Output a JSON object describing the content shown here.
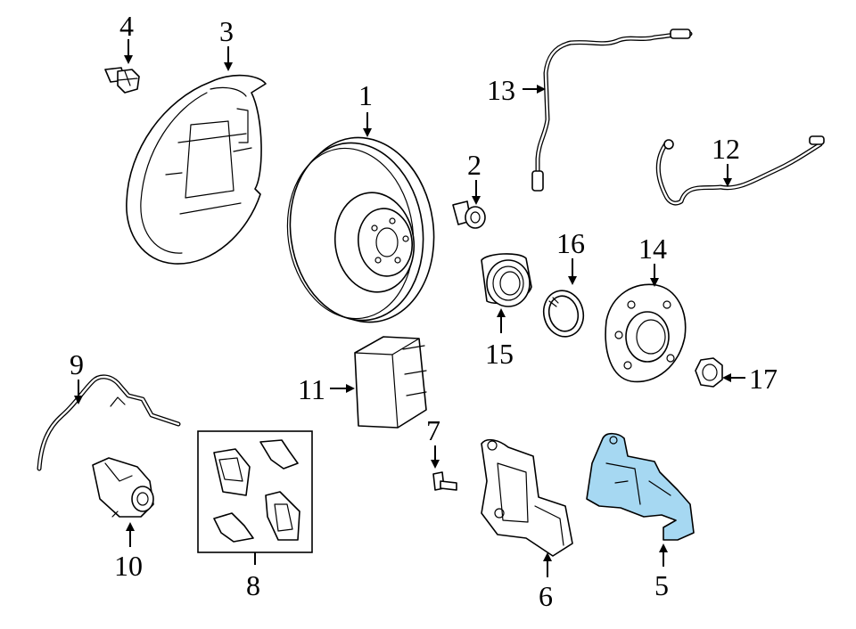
{
  "diagram": {
    "highlight_color": "#a6d8f2",
    "callouts": [
      {
        "id": "1",
        "label": "1"
      },
      {
        "id": "2",
        "label": "2"
      },
      {
        "id": "3",
        "label": "3"
      },
      {
        "id": "4",
        "label": "4"
      },
      {
        "id": "5",
        "label": "5"
      },
      {
        "id": "6",
        "label": "6"
      },
      {
        "id": "7",
        "label": "7"
      },
      {
        "id": "8",
        "label": "8"
      },
      {
        "id": "9",
        "label": "9"
      },
      {
        "id": "10",
        "label": "10"
      },
      {
        "id": "11",
        "label": "11"
      },
      {
        "id": "12",
        "label": "12"
      },
      {
        "id": "13",
        "label": "13"
      },
      {
        "id": "14",
        "label": "14"
      },
      {
        "id": "15",
        "label": "15"
      },
      {
        "id": "16",
        "label": "16"
      },
      {
        "id": "17",
        "label": "17"
      }
    ]
  }
}
